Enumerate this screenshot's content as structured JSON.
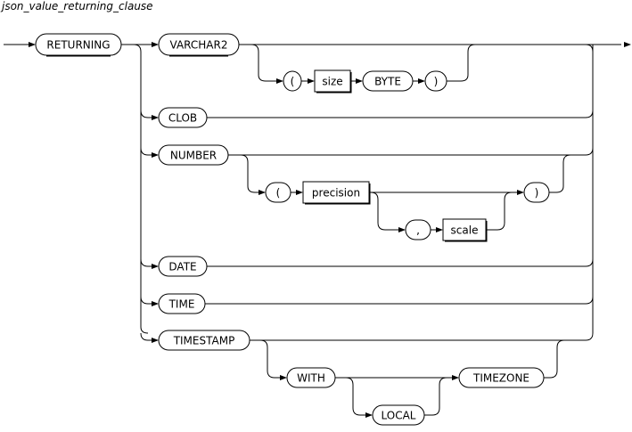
{
  "title": "json_value_returning_clause",
  "keywords": {
    "returning": "RETURNING",
    "varchar2": "VARCHAR2",
    "clob": "CLOB",
    "number": "NUMBER",
    "date": "DATE",
    "time": "TIME",
    "timestamp": "TIMESTAMP",
    "with": "WITH",
    "local": "LOCAL",
    "timezone": "TIMEZONE",
    "byte": "BYTE"
  },
  "symbols": {
    "open_paren_1": "(",
    "close_paren_1": ")",
    "open_paren_2": "(",
    "close_paren_2": ")",
    "comma": ","
  },
  "parameters": {
    "size": "size",
    "precision": "precision",
    "scale": "scale"
  }
}
